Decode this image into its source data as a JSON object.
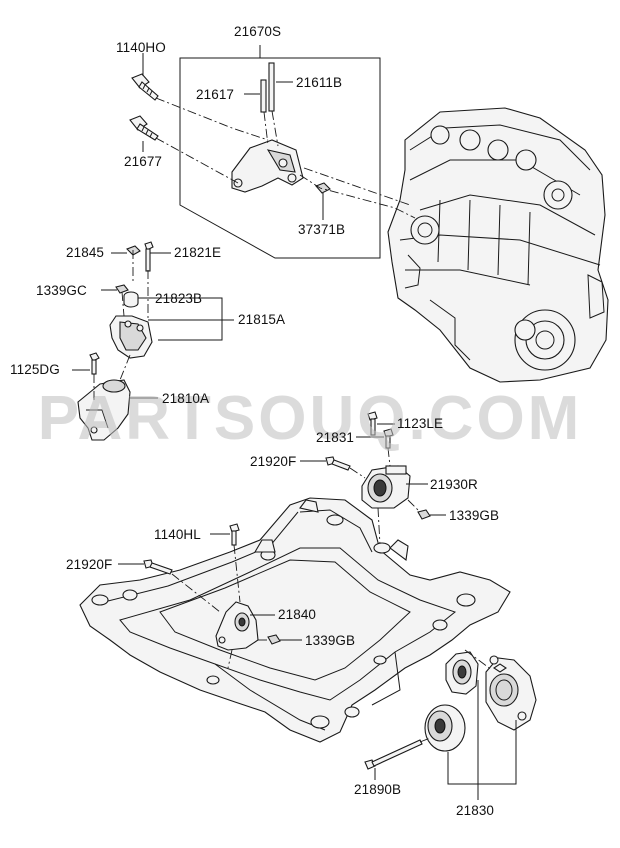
{
  "watermark": "PARTSOUQ.COM",
  "labels": {
    "l21670S": "21670S",
    "l1140HO": "1140HO",
    "l21617": "21617",
    "l21611B": "21611B",
    "l21677": "21677",
    "l37371B": "37371B",
    "l21845": "21845",
    "l21821E": "21821E",
    "l1339GC": "1339GC",
    "l21823B": "21823B",
    "l21815A": "21815A",
    "l1125DG": "1125DG",
    "l21810A": "21810A",
    "l21831": "21831",
    "l1123LE": "1123LE",
    "l21920F_a": "21920F",
    "l21930R": "21930R",
    "l1339GB_a": "1339GB",
    "l1140HL": "1140HL",
    "l21920F_b": "21920F",
    "l21840": "21840",
    "l1339GB_b": "1339GB",
    "l21890B": "21890B",
    "l21830": "21830"
  },
  "colors": {
    "ink": "#1a1a1a",
    "watermark": "#bebebe",
    "background": "#ffffff"
  }
}
